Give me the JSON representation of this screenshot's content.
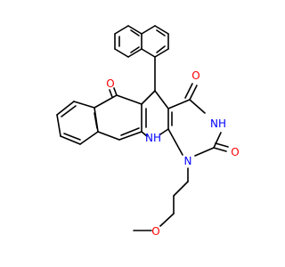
{
  "colors": {
    "bond": "#000000",
    "oxygen": "#ff0000",
    "nitrogen": "#0000ff",
    "background": "#ffffff"
  },
  "atoms": {
    "o_ketone": "O",
    "o_c4": "O",
    "o_c2": "O",
    "o_ether": "O",
    "nh_imide": "NH",
    "nh_amine": "NH",
    "n1": "N"
  }
}
